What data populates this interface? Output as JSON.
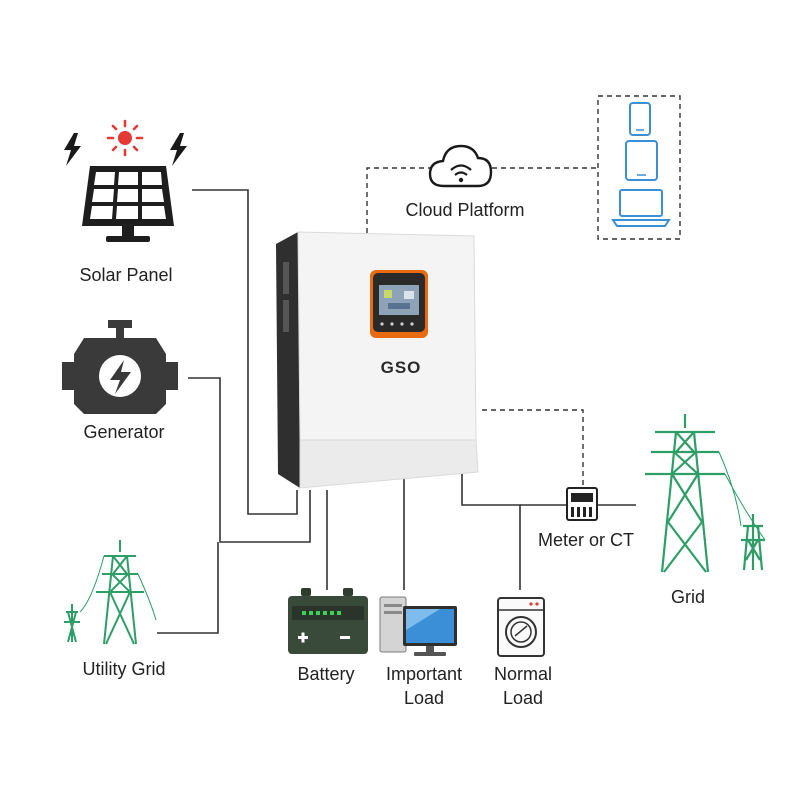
{
  "labels": {
    "solar_panel": "Solar Panel",
    "generator": "Generator",
    "utility_grid": "Utility Grid",
    "cloud_platform": "Cloud Platform",
    "battery": "Battery",
    "important_load_1": "Important",
    "important_load_2": "Load",
    "normal_load_1": "Normal",
    "normal_load_2": "Load",
    "meter": "Meter or CT",
    "grid": "Grid"
  },
  "device": {
    "brand": "GSO"
  },
  "icons": {
    "sun": "sun-icon",
    "lightning": "lightning-bolt-icon",
    "solar_panel": "solar-panel-icon",
    "generator": "generator-icon",
    "utility_grid": "transmission-tower-icon",
    "cloud": "cloud-wifi-icon",
    "phone": "smartphone-icon",
    "tablet": "tablet-icon",
    "laptop": "laptop-icon",
    "inverter": "inverter-icon",
    "battery": "battery-icon",
    "computer": "desktop-computer-icon",
    "washer": "washing-machine-icon",
    "meter": "meter-icon",
    "grid": "transmission-tower-icon"
  },
  "colors": {
    "line": "#333333",
    "sun": "#e53935",
    "device_blue": "#3b8fd6",
    "tower_green": "#2e9e66",
    "battery_dark": "#3a4a3a",
    "accent_orange": "#f07a1a"
  }
}
